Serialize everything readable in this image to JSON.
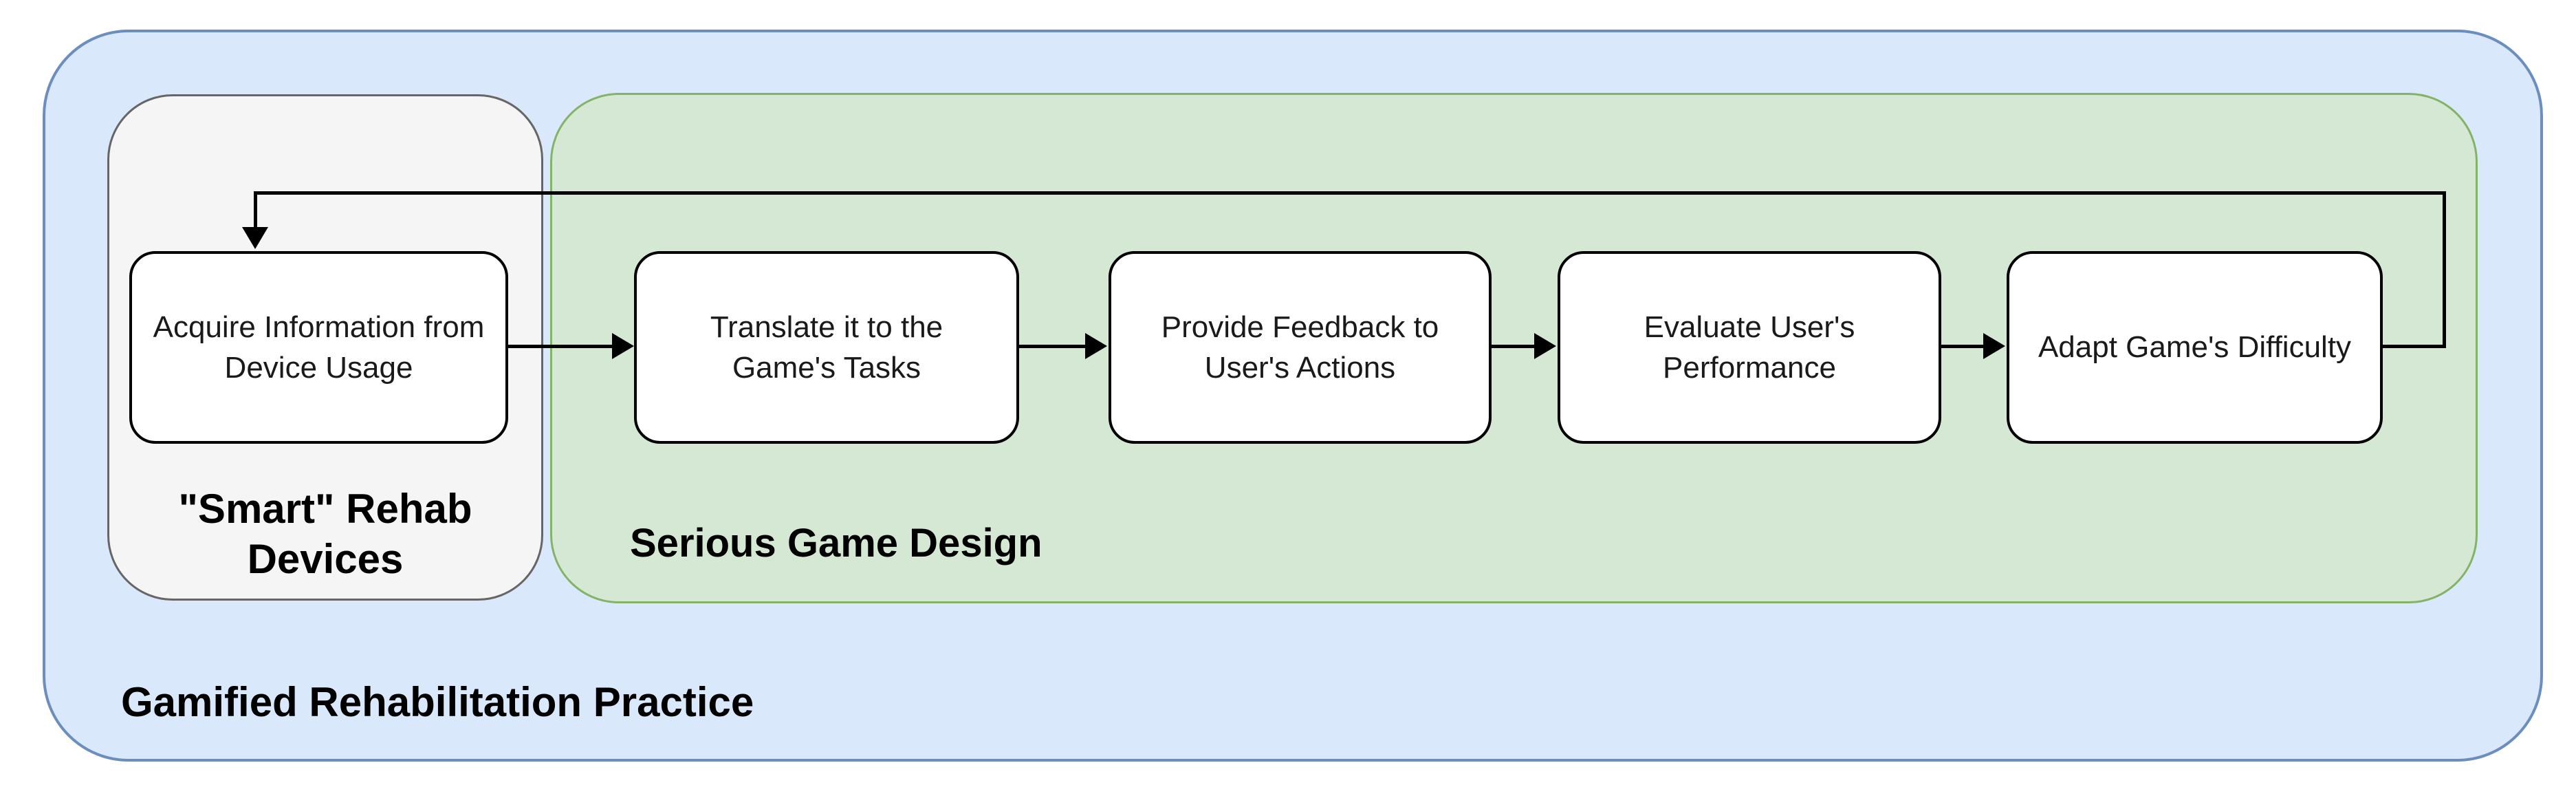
{
  "diagram": {
    "containers": {
      "practice": {
        "label": "Gamified Rehabilitation Practice",
        "fill": "#dae8fc",
        "stroke": "#6c8ebf"
      },
      "devices": {
        "label": "\"Smart\" Rehab Devices",
        "fill": "#f5f5f5",
        "stroke": "#666666"
      },
      "game_design": {
        "label": "Serious Game Design",
        "fill": "#d5e8d4",
        "stroke": "#82b366"
      }
    },
    "steps": [
      {
        "label": "Acquire Information from Device Usage",
        "group": "devices"
      },
      {
        "label": "Translate it to the Game's Tasks",
        "group": "game_design"
      },
      {
        "label": "Provide Feedback to User's Actions",
        "group": "game_design"
      },
      {
        "label": "Evaluate User's Performance",
        "group": "game_design"
      },
      {
        "label": "Adapt Game's Difficulty",
        "group": "game_design"
      }
    ],
    "edges": [
      {
        "from": "Acquire Information from Device Usage",
        "to": "Translate it to the Game's Tasks"
      },
      {
        "from": "Translate it to the Game's Tasks",
        "to": "Provide Feedback to User's Actions"
      },
      {
        "from": "Provide Feedback to User's Actions",
        "to": "Evaluate User's Performance"
      },
      {
        "from": "Evaluate User's Performance",
        "to": "Adapt Game's Difficulty"
      },
      {
        "from": "Adapt Game's Difficulty",
        "to": "Acquire Information from Device Usage",
        "type": "feedback-loop"
      }
    ],
    "colors": {
      "blue-fill": "#dae8fc",
      "blue-stroke": "#6c8ebf",
      "green-fill": "#d5e8d4",
      "green-stroke": "#82b366",
      "gray-fill": "#f5f5f5",
      "gray-stroke": "#666666",
      "box-fill": "#ffffff",
      "box-stroke": "#000000",
      "arrow-color": "#000000"
    }
  }
}
